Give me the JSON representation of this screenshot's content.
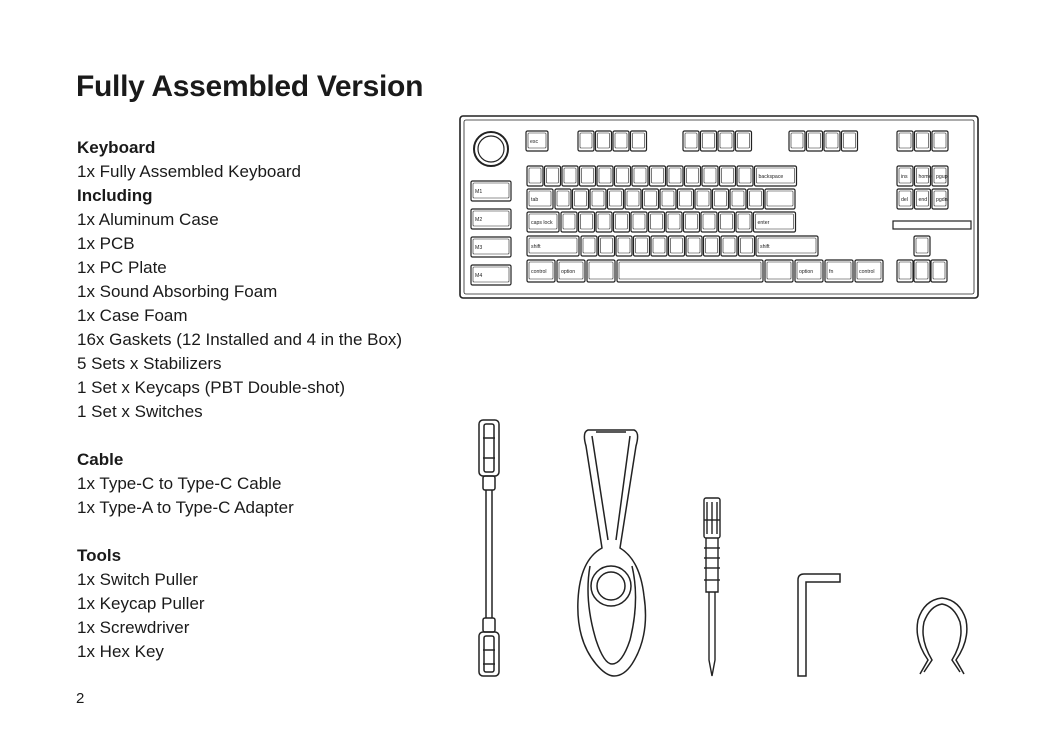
{
  "title": "Fully Assembled Version",
  "page_number": "2",
  "sections": [
    {
      "heading": "Keyboard",
      "items": [
        {
          "text": "1x Fully Assembled Keyboard",
          "bold": false
        },
        {
          "text": "Including",
          "bold": true
        },
        {
          "text": "1x Aluminum Case",
          "bold": false
        },
        {
          "text": "1x PCB",
          "bold": false
        },
        {
          "text": "1x PC Plate",
          "bold": false
        },
        {
          "text": "1x Sound Absorbing Foam",
          "bold": false
        },
        {
          "text": "1x Case Foam",
          "bold": false
        },
        {
          "text": "16x Gaskets (12 Installed and 4 in the Box)",
          "bold": false
        },
        {
          "text": "5 Sets x Stabilizers",
          "bold": false
        },
        {
          "text": "1 Set x Keycaps (PBT Double-shot)",
          "bold": false
        },
        {
          "text": "1 Set x Switches",
          "bold": false
        }
      ]
    },
    {
      "heading": "Cable",
      "items": [
        {
          "text": "1x Type-C to Type-C Cable",
          "bold": false
        },
        {
          "text": "1x Type-A to Type-C Adapter",
          "bold": false
        }
      ]
    },
    {
      "heading": "Tools",
      "items": [
        {
          "text": "1x Switch Puller",
          "bold": false
        },
        {
          "text": "1x Keycap Puller",
          "bold": false
        },
        {
          "text": "1x Screwdriver",
          "bold": false
        },
        {
          "text": "1x Hex Key",
          "bold": false
        }
      ]
    }
  ],
  "keyboard_labels": {
    "esc": "esc",
    "backspace": "backspace",
    "tab": "tab",
    "caps": "caps lock",
    "enter": "enter",
    "lshift": "shift",
    "rshift": "shift",
    "control": "control",
    "option": "option",
    "fn": "fn",
    "rcontrol": "control",
    "roption": "option",
    "macros": [
      "M1",
      "M2",
      "M3",
      "M4"
    ],
    "nav": [
      "ins",
      "home",
      "pgup",
      "del",
      "end",
      "pgdn"
    ]
  },
  "colors": {
    "text": "#1a1a1a",
    "line": "#222222"
  }
}
